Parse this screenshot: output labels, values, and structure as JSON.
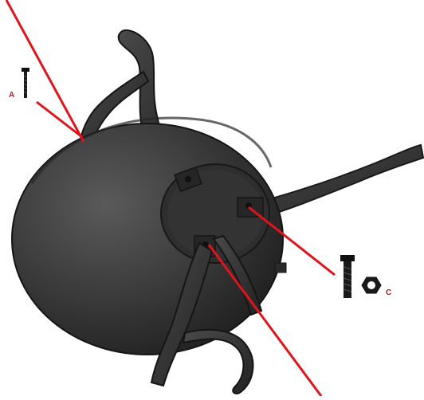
{
  "diagram": {
    "labels": {
      "a": "A",
      "c": "C"
    },
    "parts": {
      "bowl": "kettle-bowl",
      "legs": "curved-legs",
      "base_plate": "base-plate",
      "bolt_a": "bolt-icon",
      "bolt_c": "bolt-icon",
      "nut_c": "hex-nut-icon"
    }
  },
  "colors": {
    "leader_line": "#e0141c",
    "label": "#c0141c",
    "metal_dark": "#2a2a2a",
    "metal_mid": "#3d3d3d",
    "metal_light": "#555555",
    "background": "#ffffff"
  }
}
